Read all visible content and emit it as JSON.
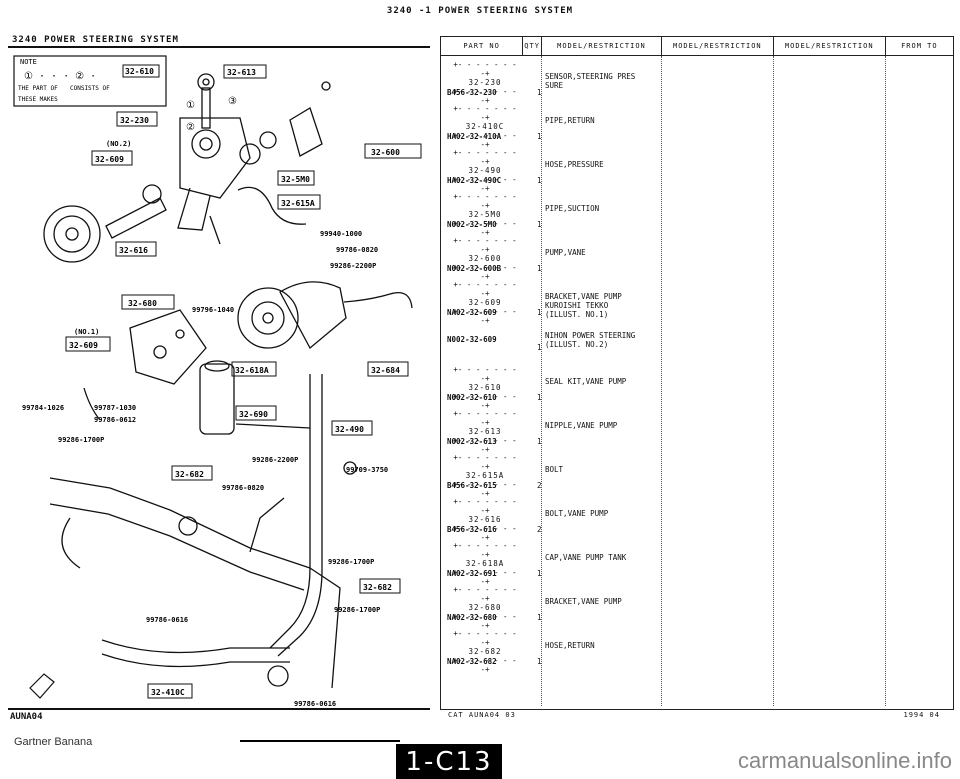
{
  "header": {
    "page_title": "3240 -1     POWER STEERING SYSTEM"
  },
  "left": {
    "section_title": "3240     POWER  STEERING  SYSTEM",
    "bottom_code": "AUNA04",
    "note": {
      "label": "NOTE",
      "line1": "① · · · ② ·",
      "line2": "THE PART OF",
      "line3": "CONSISTS OF",
      "line4": "THESE MAKES"
    },
    "callouts": [
      "32-610",
      "32-613",
      "32-230",
      "32-600",
      "32-609",
      "(NO.2)",
      "32-5M0",
      "32-615A",
      "32-616",
      "32-680",
      "(NO.1)",
      "32-609",
      "32-618A",
      "32-684",
      "32-690",
      "32-490",
      "32-682",
      "32-682",
      "32-410C"
    ],
    "std_parts": [
      "99940-1000",
      "99786-0820",
      "99286-2200P",
      "99796-1040",
      "99784-1026",
      "99787-1030",
      "99786-0612",
      "99286-1700P",
      "99286-2200P",
      "99709-3750",
      "99786-0820",
      "99286-1700P",
      "99286-1700P",
      "99786-0616",
      "99786-0616"
    ],
    "small_markers": [
      "①",
      "②",
      "③"
    ]
  },
  "table": {
    "headers": [
      "PART NO",
      "QTY",
      "MODEL/RESTRICTION",
      "MODEL/RESTRICTION",
      "MODEL/RESTRICTION",
      "FROM TO"
    ],
    "rows": [
      {
        "ref": "32-230",
        "part_no": "B456-32-230",
        "qty": "1",
        "desc": "SENSOR,STEERING PRES\nSURE"
      },
      {
        "ref": "32-410C",
        "part_no": "HA02-32-410A",
        "qty": "1",
        "desc": "PIPE,RETURN"
      },
      {
        "ref": "32-490",
        "part_no": "HA02-32-490C",
        "qty": "1",
        "desc": "HOSE,PRESSURE"
      },
      {
        "ref": "32-5M0",
        "part_no": "N002-32-5M0",
        "qty": "1",
        "desc": "PIPE,SUCTION"
      },
      {
        "ref": "32-600",
        "part_no": "N002-32-600B",
        "qty": "1",
        "desc": "PUMP,VANE"
      },
      {
        "ref": "32-609",
        "part_no": "NA02-32-609",
        "qty": "1",
        "desc": "BRACKET,VANE PUMP\nKUROISHI TEKKO\n(ILLUST. NO.1)"
      },
      {
        "ref": "",
        "part_no": "N002-32-609",
        "qty": "1",
        "desc": "NIHON POWER STEERING\n(ILLUST. NO.2)"
      },
      {
        "ref": "32-610",
        "part_no": "N002-32-610",
        "qty": "1",
        "desc": "SEAL KIT,VANE PUMP"
      },
      {
        "ref": "32-613",
        "part_no": "N002-32-613",
        "qty": "1",
        "desc": "NIPPLE,VANE PUMP"
      },
      {
        "ref": "32-615A",
        "part_no": "B456-32-615",
        "qty": "2",
        "desc": "BOLT"
      },
      {
        "ref": "32-616",
        "part_no": "B456-32-616",
        "qty": "2",
        "desc": "BOLT,VANE PUMP"
      },
      {
        "ref": "32-618A",
        "part_no": "NA02-32-691",
        "qty": "1",
        "desc": "CAP,VANE PUMP TANK"
      },
      {
        "ref": "32-680",
        "part_no": "NA02-32-680",
        "qty": "1",
        "desc": "BRACKET,VANE PUMP"
      },
      {
        "ref": "32-682",
        "part_no": "NA02-32-682",
        "qty": "1",
        "desc": "HOSE,RETURN"
      }
    ],
    "footer_left": "CAT  AUNA04  03",
    "footer_right": "1994  04"
  },
  "footer": {
    "watermark_left": "Gartner Banana",
    "page_tab": "1-C13",
    "watermark_right": "carmanualsonline.info"
  }
}
